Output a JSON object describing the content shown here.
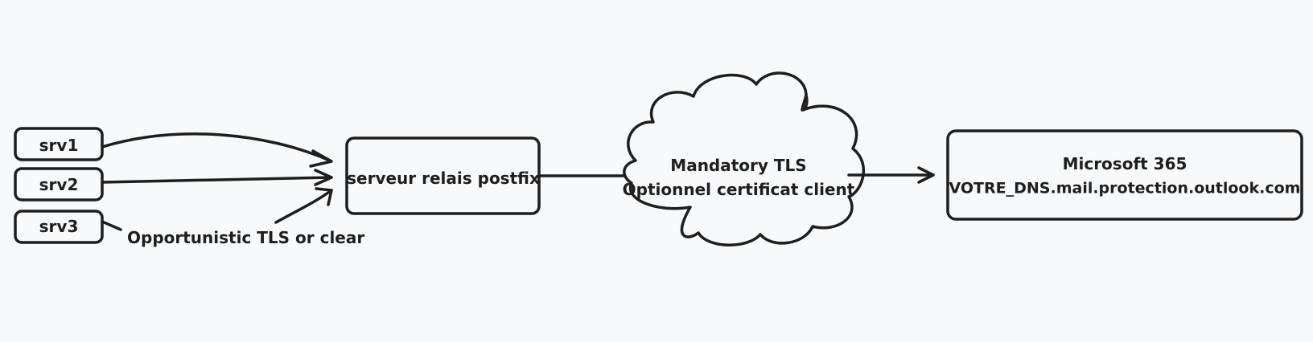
{
  "servers": [
    {
      "label": "srv1"
    },
    {
      "label": "srv2"
    },
    {
      "label": "srv3"
    }
  ],
  "annotation": "Opportunistic TLS or clear",
  "relay": {
    "label": "serveur relais postfix"
  },
  "cloud": {
    "line1": "Mandatory TLS",
    "line2": "Optionnel certificat client"
  },
  "destination": {
    "line1": "Microsoft 365",
    "line2": "VOTRE_DNS.mail.protection.outlook.com"
  }
}
